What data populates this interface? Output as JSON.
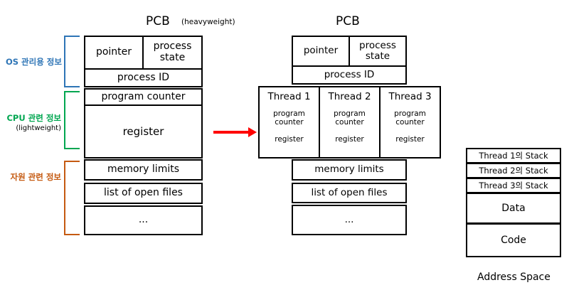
{
  "diagram": {
    "left": {
      "title": "PCB",
      "title_note": "(heavyweight)",
      "rows": {
        "pointer": "pointer",
        "process_state": "process\nstate",
        "process_state_line1": "process",
        "process_state_line2": "state",
        "process_id": "process ID",
        "program_counter": "program counter",
        "register": "register",
        "memory_limits": "memory limits",
        "open_files": "list of open files",
        "ellipsis": "..."
      }
    },
    "brackets": [
      {
        "label": "OS 관리용 정보",
        "sub": "",
        "color": "#2E75B6"
      },
      {
        "label": "CPU 관련 정보",
        "sub": "(lightweight)",
        "color": "#00A650"
      },
      {
        "label": "자원 관련 정보",
        "sub": "",
        "color": "#C55A11"
      }
    ],
    "arrow": {
      "color": "#FF0000",
      "name": "transition-arrow"
    },
    "right": {
      "title": "PCB",
      "rows": {
        "pointer": "pointer",
        "process_state_line1": "process",
        "process_state_line2": "state",
        "process_id": "process ID",
        "memory_limits": "memory limits",
        "open_files": "list of open files",
        "ellipsis": "..."
      },
      "threads": [
        {
          "name": "Thread 1",
          "program_counter_line1": "program",
          "program_counter_line2": "counter",
          "register": "register"
        },
        {
          "name": "Thread 2",
          "program_counter_line1": "program",
          "program_counter_line2": "counter",
          "register": "register"
        },
        {
          "name": "Thread 3",
          "program_counter_line1": "program",
          "program_counter_line2": "counter",
          "register": "register"
        }
      ]
    },
    "address_space": {
      "caption": "Address Space",
      "segments": [
        {
          "label": "Thread 1의 Stack"
        },
        {
          "label": "Thread 2의 Stack"
        },
        {
          "label": "Thread 3의 Stack"
        },
        {
          "label": "Data"
        },
        {
          "label": "Code"
        }
      ]
    }
  }
}
